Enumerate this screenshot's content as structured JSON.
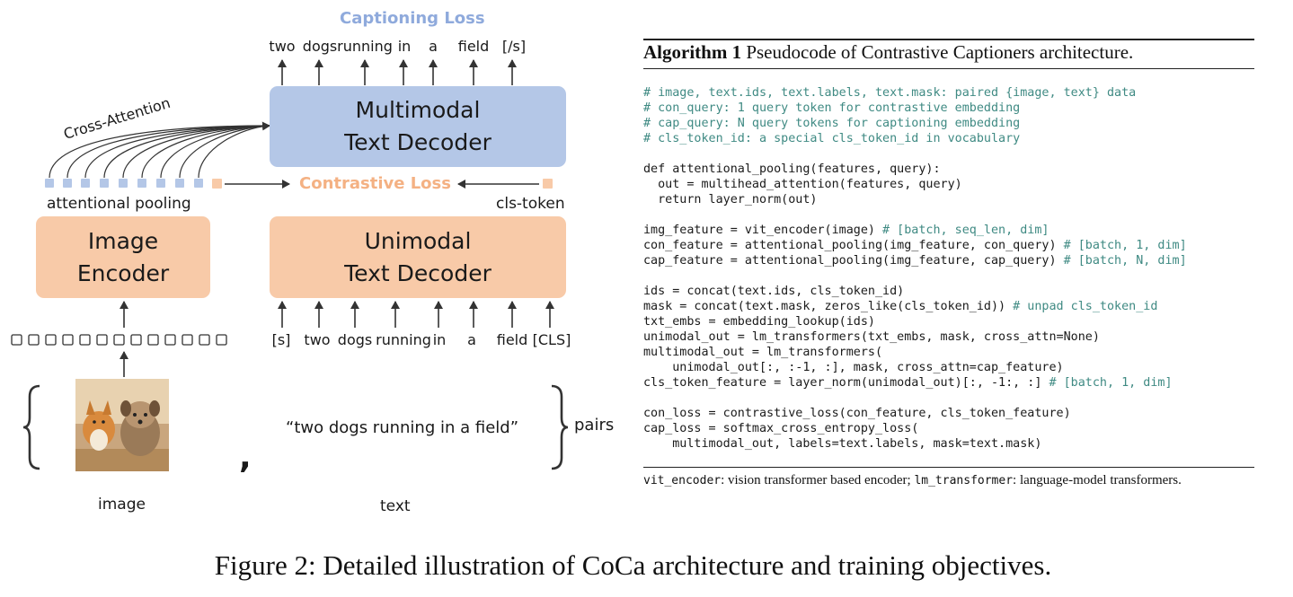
{
  "diagram": {
    "captioning_loss": "Captioning Loss",
    "output_tokens": [
      "two",
      "dogs",
      "running",
      "in",
      "a",
      "field",
      "[/s]"
    ],
    "multimodal_decoder": [
      "Multimodal",
      "Text Decoder"
    ],
    "cross_attention": "Cross-Attention",
    "contrastive_loss": "Contrastive Loss",
    "attentional_pooling": "attentional pooling",
    "cls_token": "cls-token",
    "image_encoder": [
      "Image",
      "Encoder"
    ],
    "unimodal_decoder": [
      "Unimodal",
      "Text Decoder"
    ],
    "input_tokens": [
      "[s]",
      "two",
      "dogs",
      "running",
      "in",
      "a",
      "field",
      "[CLS]"
    ],
    "pair_text": "“two dogs running in a field”",
    "pairs_label": "pairs",
    "comma": ",",
    "image_label": "image",
    "text_label": "text",
    "colors": {
      "decoder_blue": "#b4c7e7",
      "encoder_peach": "#f8caa8",
      "captioning_loss": "#8faadc",
      "contrastive_loss": "#f4b183",
      "code_comment": "#3f8a83"
    }
  },
  "algorithm": {
    "title_bold": "Algorithm 1",
    "title_rest": " Pseudocode of Contrastive Captioners architecture.",
    "lines": [
      {
        "code": "",
        "comment": "# image, text.ids, text.labels, text.mask: paired {image, text} data"
      },
      {
        "code": "",
        "comment": "# con_query: 1 query token for contrastive embedding"
      },
      {
        "code": "",
        "comment": "# cap_query: N query tokens for captioning embedding"
      },
      {
        "code": "",
        "comment": "# cls_token_id: a special cls_token_id in vocabulary"
      },
      {
        "code": "",
        "comment": ""
      },
      {
        "code": "def attentional_pooling(features, query):",
        "comment": ""
      },
      {
        "code": "  out = multihead_attention(features, query)",
        "comment": ""
      },
      {
        "code": "  return layer_norm(out)",
        "comment": ""
      },
      {
        "code": "",
        "comment": ""
      },
      {
        "code": "img_feature = vit_encoder(image) ",
        "comment": "# [batch, seq_len, dim]"
      },
      {
        "code": "con_feature = attentional_pooling(img_feature, con_query) ",
        "comment": "# [batch, 1, dim]"
      },
      {
        "code": "cap_feature = attentional_pooling(img_feature, cap_query) ",
        "comment": "# [batch, N, dim]"
      },
      {
        "code": "",
        "comment": ""
      },
      {
        "code": "ids = concat(text.ids, cls_token_id)",
        "comment": ""
      },
      {
        "code": "mask = concat(text.mask, zeros_like(cls_token_id)) ",
        "comment": "# unpad cls_token_id"
      },
      {
        "code": "txt_embs = embedding_lookup(ids)",
        "comment": ""
      },
      {
        "code": "unimodal_out = lm_transformers(txt_embs, mask, cross_attn=None)",
        "comment": ""
      },
      {
        "code": "multimodal_out = lm_transformers(",
        "comment": ""
      },
      {
        "code": "    unimodal_out[:, :-1, :], mask, cross_attn=cap_feature)",
        "comment": ""
      },
      {
        "code": "cls_token_feature = layer_norm(unimodal_out)[:, -1:, :] ",
        "comment": "# [batch, 1, dim]"
      },
      {
        "code": "",
        "comment": ""
      },
      {
        "code": "con_loss = contrastive_loss(con_feature, cls_token_feature)",
        "comment": ""
      },
      {
        "code": "cap_loss = softmax_cross_entropy_loss(",
        "comment": ""
      },
      {
        "code": "    multimodal_out, labels=text.labels, mask=text.mask)",
        "comment": ""
      }
    ],
    "footnote": {
      "term1": "vit_encoder",
      "desc1": ": vision transformer based encoder; ",
      "term2": "lm_transformer",
      "desc2": ": language-model transformers."
    }
  },
  "caption": "Figure 2: Detailed illustration of CoCa architecture and training objectives."
}
